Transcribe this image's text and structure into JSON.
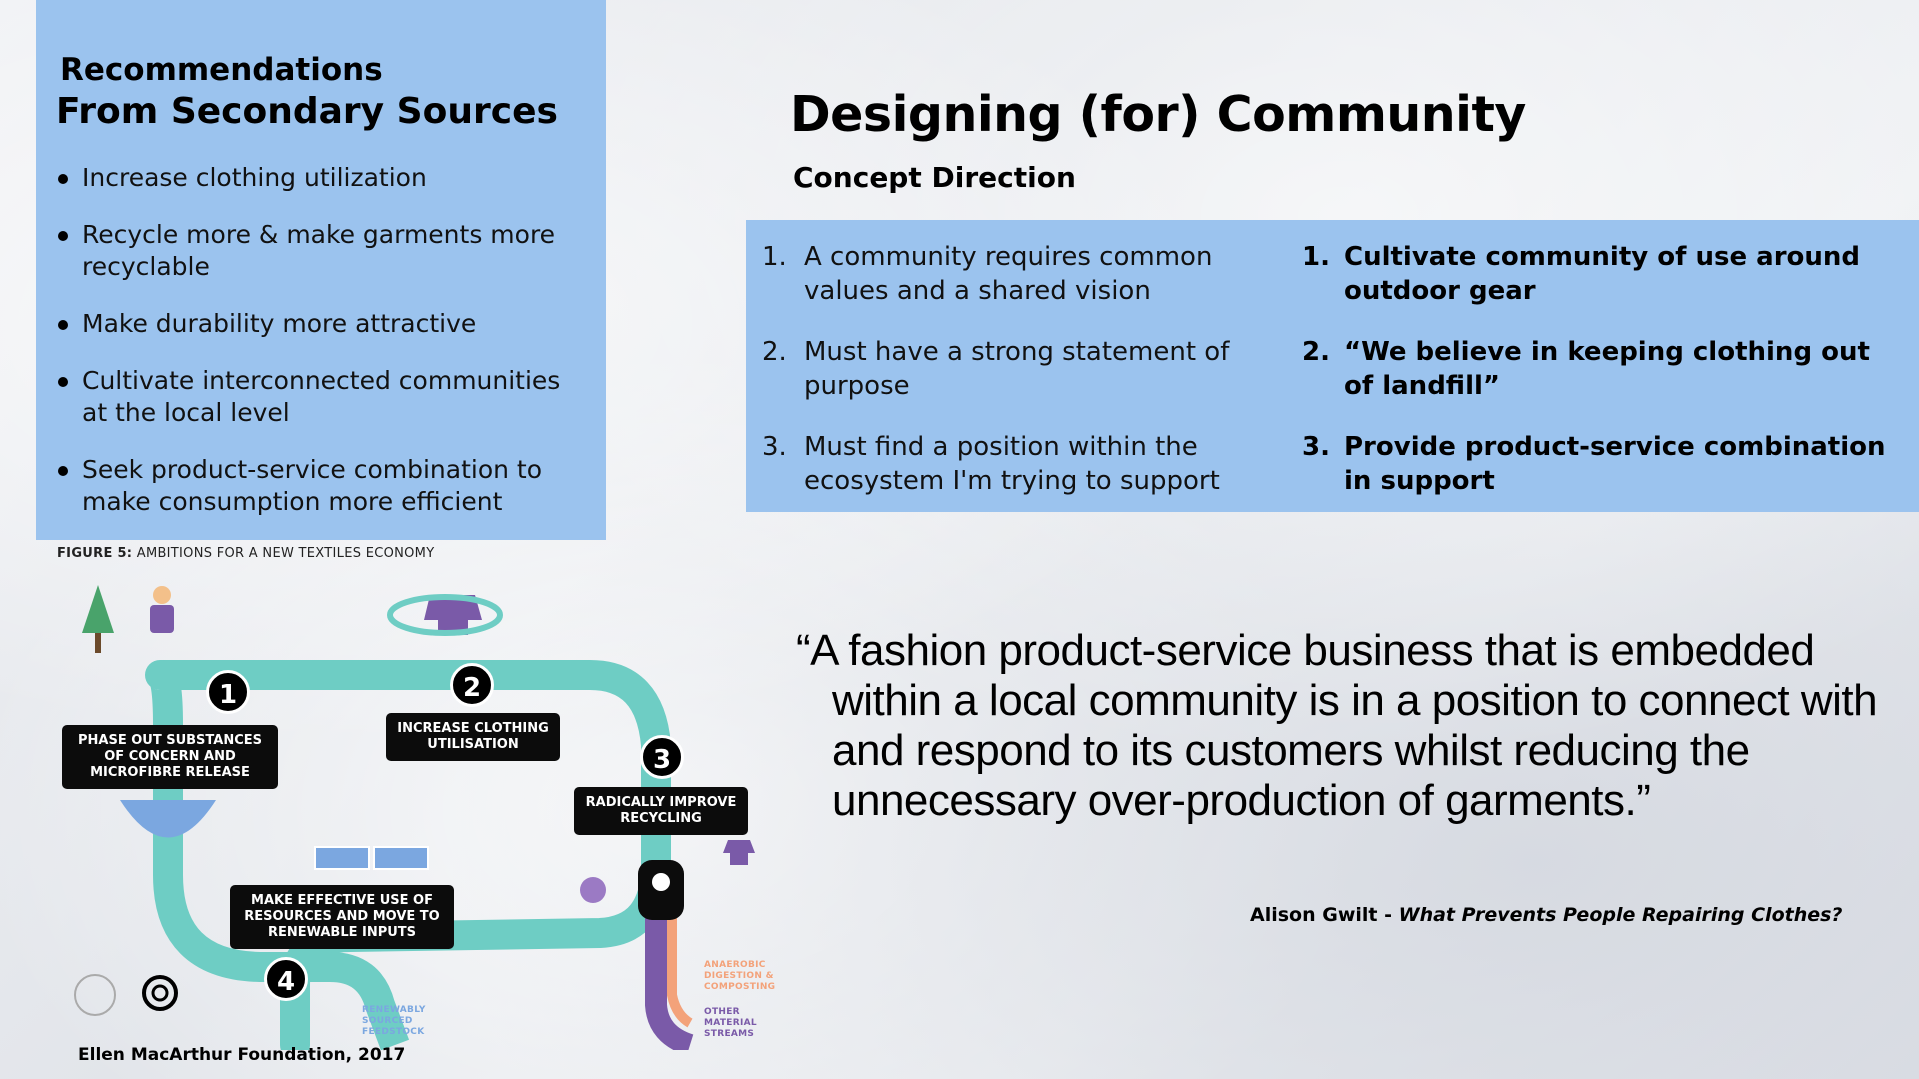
{
  "recommendations": {
    "title_line1": "Recommendations",
    "title_line2": "From Secondary Sources",
    "items": [
      "Increase clothing utilization",
      "Recycle more & make garments more recyclable",
      "Make durability more attractive",
      "Cultivate interconnected communities at the local level",
      "Seek product-service combination to make consumption more efficient"
    ]
  },
  "figure": {
    "caption_bold": "FIGURE 5:",
    "caption_rest": " AMBITIONS FOR A NEW TEXTILES ECONOMY",
    "steps": [
      {
        "num": "1",
        "label": "PHASE OUT SUBSTANCES OF CONCERN AND MICROFIBRE RELEASE"
      },
      {
        "num": "2",
        "label": "INCREASE CLOTHING UTILISATION"
      },
      {
        "num": "3",
        "label": "RADICALLY IMPROVE RECYCLING"
      },
      {
        "num": "4",
        "label": "MAKE EFFECTIVE USE OF RESOURCES AND MOVE TO RENEWABLE INPUTS"
      }
    ],
    "stream_anaerobic": "ANAEROBIC DIGESTION & COMPOSTING",
    "stream_other": "OTHER MATERIAL STREAMS",
    "stream_renewable": "RENEWABLY SOURCED FEEDSTOCK",
    "colors": {
      "loop": "#6ecdc4",
      "purple": "#7a5aa8",
      "orange": "#f3a27a",
      "blue_panel": "#7ba7e0"
    },
    "credit": "Ellen MacArthur Foundation, 2017"
  },
  "main": {
    "title": "Designing (for) Community",
    "subtitle": "Concept Direction",
    "left_items": [
      {
        "num": "1.",
        "text": "A community requires common values and a shared vision"
      },
      {
        "num": "2.",
        "text": "Must have a strong statement of purpose"
      },
      {
        "num": "3.",
        "text": "Must find a position within the ecosystem I'm trying to support"
      }
    ],
    "right_items": [
      {
        "num": "1.",
        "text": "Cultivate community of use around outdoor gear"
      },
      {
        "num": "2.",
        "text": "“We believe in keeping clothing out of landfill”"
      },
      {
        "num": "3.",
        "text": "Provide product-service combination in support"
      }
    ]
  },
  "quote": {
    "text": "“A fashion product-service business that is embedded within a local community is in a position to connect with and respond to its customers whilst reducing the unnecessary over-production of garments.”",
    "author": "Alison Gwilt - ",
    "source": "What Prevents People Repairing Clothes?"
  },
  "colors": {
    "panel": "#9bc3ee"
  }
}
